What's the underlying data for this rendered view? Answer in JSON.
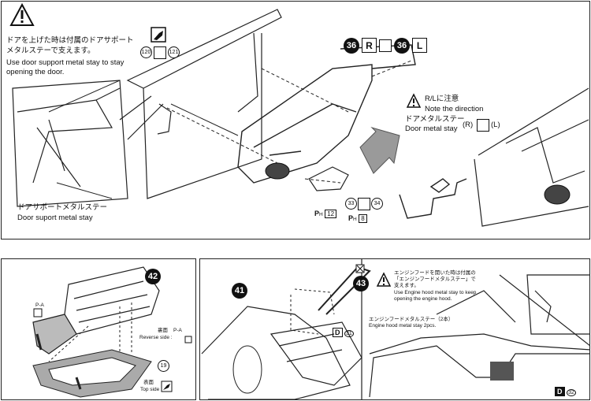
{
  "top_panel": {
    "instruction_jp": "ドアを上げた時は付属のドアサポート",
    "instruction_jp2": "メタルステーで支えます。",
    "instruction_en": "Use door support metal stay to stay",
    "instruction_en2": "opening the door.",
    "part_120": "120",
    "part_121": "121",
    "part_36": "36",
    "label_R": "R",
    "label_L": "L",
    "note_jp": "R/Lに注意",
    "note_en": "Note the direction",
    "stay_jp": "ドアメタルステー",
    "stay_en": "Door metal stay",
    "stay_R": "(R)",
    "stay_L": "(L)",
    "support_jp": "ドアサポートメタルステー",
    "support_en": "Door suport metal stay",
    "part_33": "33",
    "part_34": "34",
    "ph12": "12",
    "ph8": "8",
    "ph_prefix": "P",
    "ph_sub": "H"
  },
  "bottom_left": {
    "part_42": "42",
    "reverse_jp": "裏面",
    "reverse_en": "Reverse side :",
    "reverse_code": "P-A",
    "top_jp": "表面",
    "top_en": "Top side :",
    "pa_label": "P-A",
    "part_19": "19"
  },
  "bottom_right": {
    "part_41": "41",
    "part_43": "43",
    "part_d31": "31",
    "part_d32": "32",
    "d_label": "D",
    "hood_jp1": "エンジンフードを開いた時は付属の",
    "hood_jp2": "「エンジンフードメタルステー」で",
    "hood_jp3": "支えます。",
    "hood_en1": "Use Engine hood metal stay to keep",
    "hood_en2": "opening the engine hood.",
    "stay_jp": "エンジンフードメタルステー（2本）",
    "stay_en": "Engine hood metal stay 2pcs."
  }
}
